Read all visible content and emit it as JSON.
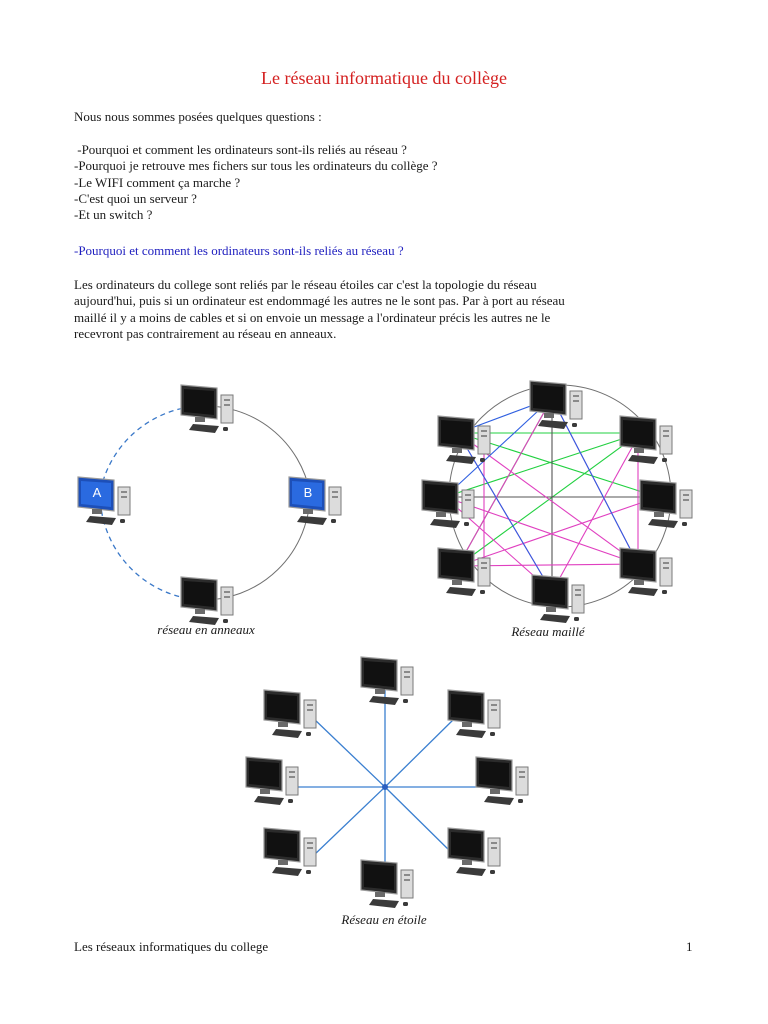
{
  "title": "Le réseau informatique du collège",
  "intro": "Nous  nous sommes posées quelques questions :",
  "questions": [
    " -Pourquoi et comment les ordinateurs sont-ils reliés au réseau ?",
    "-Pourquoi je retrouve mes fichers sur tous les ordinateurs du collège ?",
    "-Le WIFI comment ça marche ?",
    "-C'est quoi un serveur ?",
    "-Et un switch ?"
  ],
  "section_heading": "-Pourquoi et comment les ordinateurs sont-ils reliés au réseau ?",
  "body_lines": [
    "Les ordinateurs du college sont reliés par le réseau étoiles car c'est la topologie du réseau",
    "aujourd'hui, puis si un ordinateur est endommagé les autres ne le sont pas. Par à port au réseau",
    "maillé il y a moins de cables et si on envoie un message a l'ordinateur précis les autres ne le",
    "recevront pas contrairement au réseau en anneaux."
  ],
  "diagrams": {
    "ring": {
      "caption": "réseau en anneaux",
      "label_a": "A",
      "label_b": "B"
    },
    "mesh": {
      "caption": "Réseau maillé"
    },
    "star": {
      "caption": "Réseau en étoile"
    }
  },
  "colors": {
    "title": "#d42020",
    "heading": "#1f1fbf",
    "ring_dashed": "#3a78c8",
    "star_link": "#3a7fd0",
    "mesh_green": "#22d040",
    "mesh_magenta": "#e040c0",
    "mesh_blue": "#3060e0",
    "mesh_gray": "#555555"
  },
  "footer": {
    "left": "Les réseaux informatiques du college",
    "page": "1"
  }
}
